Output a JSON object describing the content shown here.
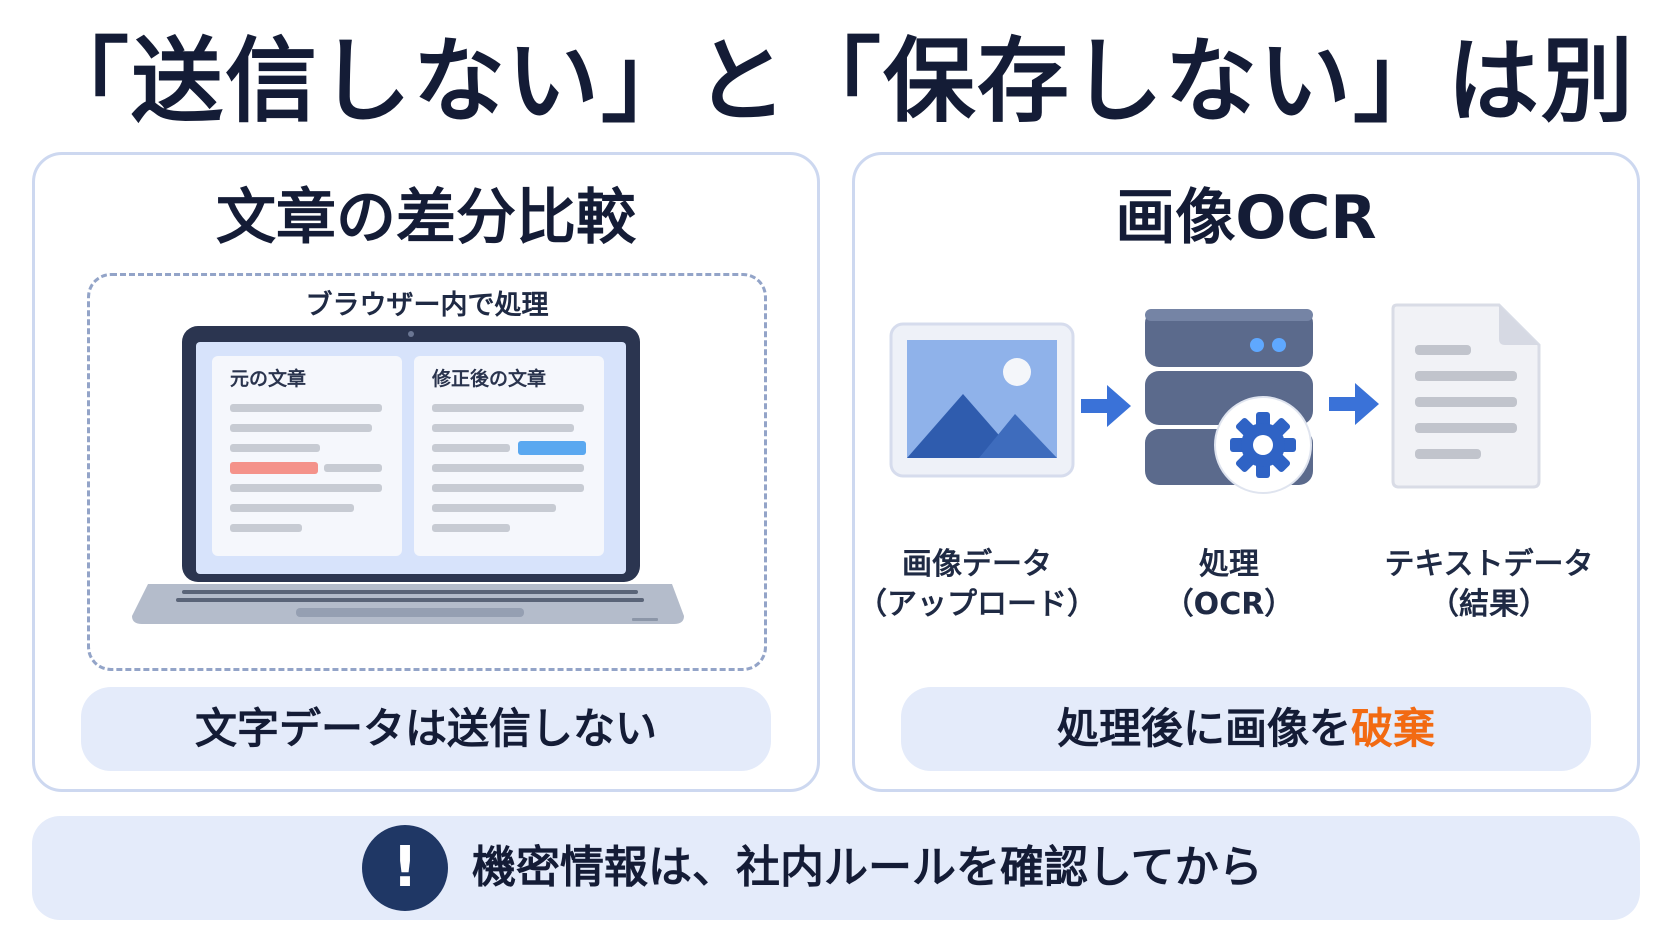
{
  "title": "「送信しない」と「保存しない」は別",
  "left_panel": {
    "title": "文章の差分比較",
    "browser_label": "ブラウザー内で処理",
    "original_label": "元の文章",
    "revised_label": "修正後の文章",
    "bottom_text": "文字データは送信しない"
  },
  "right_panel": {
    "title": "画像OCR",
    "steps": [
      {
        "line1": "画像データ",
        "line2": "（アップロード）"
      },
      {
        "line1": "処理",
        "line2": "（OCR）"
      },
      {
        "line1": "テキストデータ",
        "line2": "（結果）"
      }
    ],
    "bottom_text": "処理後に画像を",
    "bottom_highlight": "破棄"
  },
  "footer": {
    "icon_glyph": "!",
    "text": "機密情報は、社内ルールを確認してから"
  },
  "colors": {
    "navy": "#1f3765",
    "accent_orange": "#f26a12",
    "arrow_blue": "#3a72d8",
    "diff_removed": "#f4928a",
    "diff_added": "#5aa8f0"
  },
  "icons": [
    "laptop-icon",
    "image-icon",
    "server-icon",
    "gear-icon",
    "document-icon",
    "arrow-right-icon",
    "alert-icon"
  ]
}
